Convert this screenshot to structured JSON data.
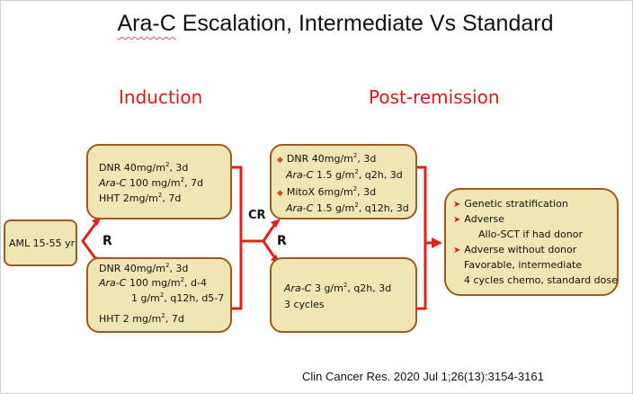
{
  "title": "Ara-C Escalation, Intermediate Vs Standard",
  "headings": {
    "induction": "Induction",
    "post_remission": "Post-remission"
  },
  "start": "AML 15-55 yr",
  "labels": {
    "r1": "R",
    "r2": "R",
    "cr": "CR"
  },
  "induction_top": [
    "DNR 40mg/m², 3d",
    "Ara-C 100 mg/m², 7d",
    "HHT 2mg/m², 7d"
  ],
  "induction_bottom": [
    "DNR 40mg/m², 3d",
    "Ara-C 100 mg/m², d-4",
    "1 g/m², q12h, d5-7",
    "HHT 2 mg/m², 7d"
  ],
  "post_top": [
    "DNR 40mg/m², 3d",
    "Ara-C 1.5 g/m², q2h, 3d",
    "MitoX 6mg/m², 3d",
    "Ara-C 1.5 g/m², q12h, 3d"
  ],
  "post_bottom": [
    "Ara-C 3 g/m², q2h, 3d",
    "3 cycles"
  ],
  "outcome": [
    "Genetic stratification",
    "Adverse",
    "Allo-SCT if had donor",
    "Adverse without donor",
    "Favorable, intermediate",
    "4 cycles chemo, standard dose"
  ],
  "citation": "Clin Cancer Res. 2020 Jul 1;26(13):3154-3161",
  "colors": {
    "arrow": "#e0201a",
    "box_fill": "#efe6b4",
    "box_border": "#9b5a20",
    "heading": "#d21c1c"
  }
}
